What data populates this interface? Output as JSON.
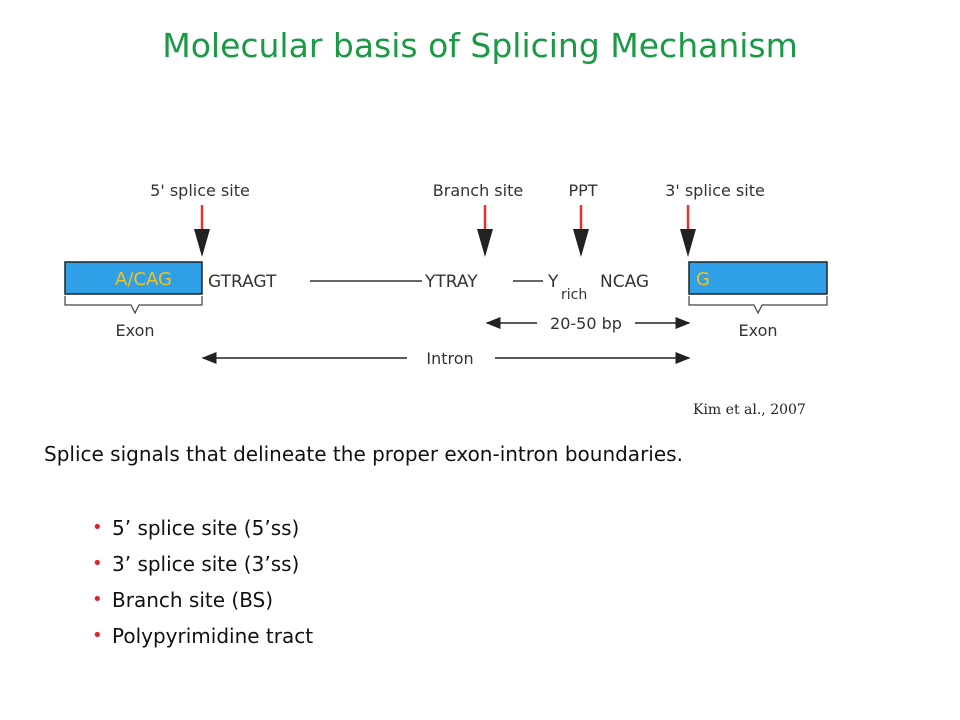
{
  "title": "Molecular basis of Splicing Mechanism",
  "diagram": {
    "site_labels": {
      "five_prime": "5' splice site",
      "branch": "Branch site",
      "ppt": "PPT",
      "three_prime": "3' splice site"
    },
    "exon_left_seq": "A/CAG",
    "exon_right_seq": "G",
    "intron_seq_1": "GTRAGT",
    "intron_seq_2": "YTRAY",
    "y_letter": "Y",
    "rich_sub": "rich",
    "ncag": "NCAG",
    "exon_label_left": "Exon",
    "exon_label_right": "Exon",
    "distance": "20-50 bp",
    "intron_label": "Intron",
    "colors": {
      "exon_fill": "#2f9fe8",
      "exon_text": "#f3c21a",
      "marker": "#e8322e"
    }
  },
  "citation": "Kim et al., 2007",
  "intro": "Splice signals that delineate the proper exon-intron boundaries.",
  "bullets": [
    "5’ splice site (5’ss)",
    "3’ splice site (3’ss)",
    "Branch site (BS)",
    "Polypyrimidine tract"
  ],
  "bullet_color": "#d9262c"
}
